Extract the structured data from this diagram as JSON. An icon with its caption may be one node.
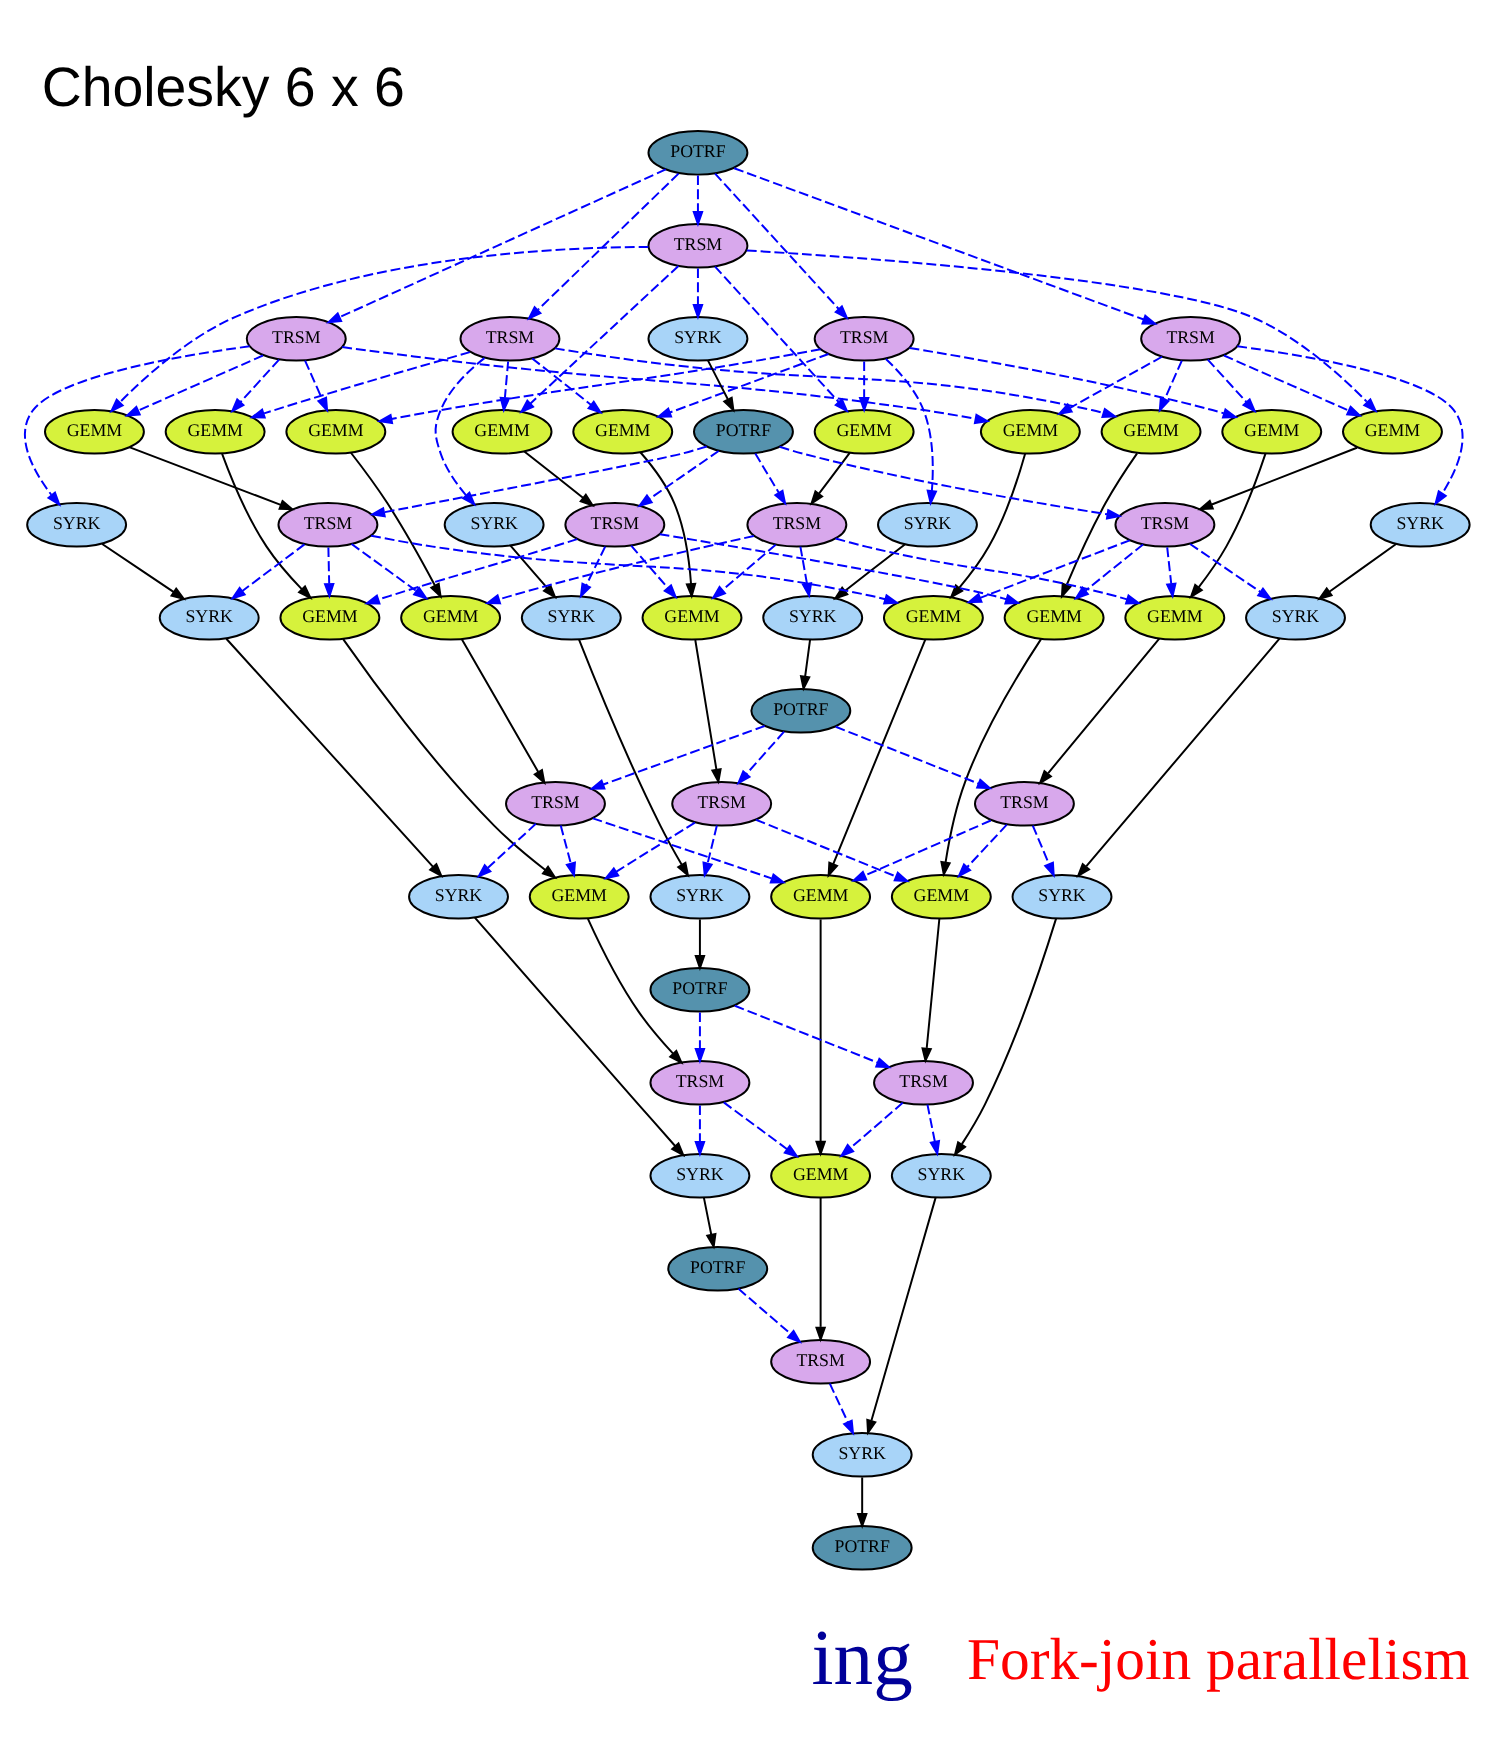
{
  "diagram": {
    "title": "Cholesky 6 x 6",
    "nodes": [
      {
        "text": [
          "POTRF"
        ]
      },
      {
        "text": [
          "TRSM"
        ]
      },
      {
        "text": [
          "TRSM"
        ]
      },
      {
        "text": [
          "TRSM"
        ]
      },
      {
        "text": [
          "TRSM"
        ]
      },
      {
        "text": [
          "TRSM"
        ]
      },
      {
        "text": [
          "SYRK"
        ]
      },
      {
        "text": [
          "SYRK"
        ]
      },
      {
        "text": [
          "SYRK"
        ]
      },
      {
        "text": [
          "SYRK"
        ]
      },
      {
        "text": [
          "SYRK"
        ]
      },
      {
        "text": [
          "GEMM"
        ]
      },
      {
        "text": [
          "GEMM"
        ]
      },
      {
        "text": [
          "GEMM"
        ]
      },
      {
        "text": [
          "GEMM"
        ]
      },
      {
        "text": [
          "GEMM"
        ]
      },
      {
        "text": [
          "GEMM"
        ]
      },
      {
        "text": [
          "GEMM"
        ]
      },
      {
        "text": [
          "GEMM"
        ]
      },
      {
        "text": [
          "GEMM"
        ]
      },
      {
        "text": [
          "GEMM"
        ]
      },
      {
        "text": [
          "POTRF"
        ]
      },
      {
        "text": [
          "TRSM"
        ]
      },
      {
        "text": [
          "TRSM"
        ]
      },
      {
        "text": [
          "TRSM"
        ]
      },
      {
        "text": [
          "TRSM"
        ]
      },
      {
        "text": [
          "SYRK"
        ]
      },
      {
        "text": [
          "SYRK"
        ]
      },
      {
        "text": [
          "SYRK"
        ]
      },
      {
        "text": [
          "SYRK"
        ]
      },
      {
        "text": [
          "GEMM"
        ]
      },
      {
        "text": [
          "GEMM"
        ]
      },
      {
        "text": [
          "GEMM"
        ]
      },
      {
        "text": [
          "GEMM"
        ]
      },
      {
        "text": [
          "GEMM"
        ]
      },
      {
        "text": [
          "GEMM"
        ]
      },
      {
        "text": [
          "POTRF"
        ]
      },
      {
        "text": [
          "TRSM"
        ]
      },
      {
        "text": [
          "TRSM"
        ]
      },
      {
        "text": [
          "TRSM"
        ]
      },
      {
        "text": [
          "SYRK"
        ]
      },
      {
        "text": [
          "SYRK"
        ]
      },
      {
        "text": [
          "SYRK"
        ]
      },
      {
        "text": [
          "GEMM"
        ]
      },
      {
        "text": [
          "GEMM"
        ]
      },
      {
        "text": [
          "GEMM"
        ]
      },
      {
        "text": [
          "POTRF"
        ]
      },
      {
        "text": [
          "TRSM"
        ]
      },
      {
        "text": [
          "TRSM"
        ]
      },
      {
        "text": [
          "SYRK"
        ]
      },
      {
        "text": [
          "SYRK"
        ]
      },
      {
        "text": [
          "GEMM"
        ]
      },
      {
        "text": [
          "POTRF"
        ]
      },
      {
        "text": [
          "TRSM"
        ]
      },
      {
        "text": [
          "SYRK"
        ]
      },
      {
        "text": [
          "POTRF"
        ]
      }
    ],
    "edges": [
      {
        "from": 0,
        "to": 1,
        "arrow": "to",
        "style": "dashed"
      },
      {
        "from": 0,
        "to": 2,
        "arrow": "to",
        "style": "dashed"
      },
      {
        "from": 0,
        "to": 3,
        "arrow": "to",
        "style": "dashed"
      },
      {
        "from": 0,
        "to": 4,
        "arrow": "to",
        "style": "dashed"
      },
      {
        "from": 0,
        "to": 5,
        "arrow": "to",
        "style": "dashed"
      },
      {
        "from": 1,
        "to": 6,
        "arrow": "to",
        "style": "dashed"
      },
      {
        "from": 2,
        "to": 7,
        "arrow": "to",
        "style": "dashed"
      },
      {
        "from": 3,
        "to": 8,
        "arrow": "to",
        "style": "dashed"
      },
      {
        "from": 4,
        "to": 9,
        "arrow": "to",
        "style": "dashed"
      },
      {
        "from": 5,
        "to": 10,
        "arrow": "to",
        "style": "dashed"
      },
      {
        "from": 2,
        "to": 11,
        "arrow": "to",
        "style": "dashed"
      },
      {
        "from": 1,
        "to": 11,
        "arrow": "to",
        "style": "dashed"
      },
      {
        "from": 3,
        "to": 12,
        "arrow": "to",
        "style": "dashed"
      },
      {
        "from": 1,
        "to": 12,
        "arrow": "to",
        "style": "dashed"
      },
      {
        "from": 3,
        "to": 13,
        "arrow": "to",
        "style": "dashed"
      },
      {
        "from": 2,
        "to": 13,
        "arrow": "to",
        "style": "dashed"
      },
      {
        "from": 4,
        "to": 14,
        "arrow": "to",
        "style": "dashed"
      },
      {
        "from": 1,
        "to": 14,
        "arrow": "to",
        "style": "dashed"
      },
      {
        "from": 4,
        "to": 15,
        "arrow": "to",
        "style": "dashed"
      },
      {
        "from": 2,
        "to": 15,
        "arrow": "to",
        "style": "dashed"
      },
      {
        "from": 4,
        "to": 16,
        "arrow": "to",
        "style": "dashed"
      },
      {
        "from": 3,
        "to": 16,
        "arrow": "to",
        "style": "dashed"
      },
      {
        "from": 5,
        "to": 17,
        "arrow": "to",
        "style": "dashed"
      },
      {
        "from": 1,
        "to": 17,
        "arrow": "to",
        "style": "dashed"
      },
      {
        "from": 5,
        "to": 18,
        "arrow": "to",
        "style": "dashed"
      },
      {
        "from": 2,
        "to": 18,
        "arrow": "to",
        "style": "dashed"
      },
      {
        "from": 5,
        "to": 19,
        "arrow": "to",
        "style": "dashed"
      },
      {
        "from": 3,
        "to": 19,
        "arrow": "to",
        "style": "dashed"
      },
      {
        "from": 5,
        "to": 20,
        "arrow": "to",
        "style": "dashed"
      },
      {
        "from": 4,
        "to": 20,
        "arrow": "to",
        "style": "dashed"
      },
      {
        "from": 6,
        "to": 21,
        "arrow": "to",
        "color": "#000000"
      },
      {
        "from": 21,
        "to": 22,
        "arrow": "to",
        "style": "dashed"
      },
      {
        "from": 21,
        "to": 23,
        "arrow": "to",
        "style": "dashed"
      },
      {
        "from": 21,
        "to": 24,
        "arrow": "to",
        "style": "dashed"
      },
      {
        "from": 21,
        "to": 25,
        "arrow": "to",
        "style": "dashed"
      },
      {
        "from": 11,
        "to": 22,
        "arrow": "to",
        "color": "#000000"
      },
      {
        "from": 12,
        "to": 23,
        "arrow": "to",
        "color": "#000000"
      },
      {
        "from": 14,
        "to": 24,
        "arrow": "to",
        "color": "#000000"
      },
      {
        "from": 17,
        "to": 25,
        "arrow": "to",
        "color": "#000000"
      },
      {
        "from": 22,
        "to": 26,
        "arrow": "to",
        "style": "dashed"
      },
      {
        "from": 23,
        "to": 27,
        "arrow": "to",
        "style": "dashed"
      },
      {
        "from": 24,
        "to": 28,
        "arrow": "to",
        "style": "dashed"
      },
      {
        "from": 25,
        "to": 29,
        "arrow": "to",
        "style": "dashed"
      },
      {
        "from": 7,
        "to": 26,
        "arrow": "to",
        "color": "#000000"
      },
      {
        "from": 8,
        "to": 27,
        "arrow": "to",
        "color": "#000000"
      },
      {
        "from": 9,
        "to": 28,
        "arrow": "to",
        "color": "#000000"
      },
      {
        "from": 10,
        "to": 29,
        "arrow": "to",
        "color": "#000000"
      },
      {
        "from": 23,
        "to": 30,
        "arrow": "to",
        "style": "dashed"
      },
      {
        "from": 22,
        "to": 30,
        "arrow": "to",
        "style": "dashed"
      },
      {
        "from": 13,
        "to": 30,
        "arrow": "to",
        "color": "#000000"
      },
      {
        "from": 24,
        "to": 31,
        "arrow": "to",
        "style": "dashed"
      },
      {
        "from": 22,
        "to": 31,
        "arrow": "to",
        "style": "dashed"
      },
      {
        "from": 15,
        "to": 31,
        "arrow": "to",
        "color": "#000000"
      },
      {
        "from": 24,
        "to": 32,
        "arrow": "to",
        "style": "dashed"
      },
      {
        "from": 23,
        "to": 32,
        "arrow": "to",
        "style": "dashed"
      },
      {
        "from": 16,
        "to": 32,
        "arrow": "to",
        "color": "#000000"
      },
      {
        "from": 25,
        "to": 33,
        "arrow": "to",
        "style": "dashed"
      },
      {
        "from": 22,
        "to": 33,
        "arrow": "to",
        "style": "dashed"
      },
      {
        "from": 18,
        "to": 33,
        "arrow": "to",
        "color": "#000000"
      },
      {
        "from": 25,
        "to": 34,
        "arrow": "to",
        "style": "dashed"
      },
      {
        "from": 23,
        "to": 34,
        "arrow": "to",
        "style": "dashed"
      },
      {
        "from": 19,
        "to": 34,
        "arrow": "to",
        "color": "#000000"
      },
      {
        "from": 25,
        "to": 35,
        "arrow": "to",
        "style": "dashed"
      },
      {
        "from": 24,
        "to": 35,
        "arrow": "to",
        "style": "dashed"
      },
      {
        "from": 20,
        "to": 35,
        "arrow": "to",
        "color": "#000000"
      },
      {
        "from": 26,
        "to": 36,
        "arrow": "to",
        "color": "#000000"
      },
      {
        "from": 36,
        "to": 37,
        "arrow": "to",
        "style": "dashed"
      },
      {
        "from": 36,
        "to": 38,
        "arrow": "to",
        "style": "dashed"
      },
      {
        "from": 36,
        "to": 39,
        "arrow": "to",
        "style": "dashed"
      },
      {
        "from": 30,
        "to": 37,
        "arrow": "to",
        "color": "#000000"
      },
      {
        "from": 31,
        "to": 38,
        "arrow": "to",
        "color": "#000000"
      },
      {
        "from": 33,
        "to": 39,
        "arrow": "to",
        "color": "#000000"
      },
      {
        "from": 37,
        "to": 40,
        "arrow": "to",
        "style": "dashed"
      },
      {
        "from": 38,
        "to": 41,
        "arrow": "to",
        "style": "dashed"
      },
      {
        "from": 39,
        "to": 42,
        "arrow": "to",
        "style": "dashed"
      },
      {
        "from": 27,
        "to": 40,
        "arrow": "to",
        "color": "#000000"
      },
      {
        "from": 28,
        "to": 41,
        "arrow": "to",
        "color": "#000000"
      },
      {
        "from": 29,
        "to": 42,
        "arrow": "to",
        "color": "#000000"
      },
      {
        "from": 38,
        "to": 43,
        "arrow": "to",
        "style": "dashed"
      },
      {
        "from": 37,
        "to": 43,
        "arrow": "to",
        "style": "dashed"
      },
      {
        "from": 32,
        "to": 43,
        "arrow": "to",
        "color": "#000000"
      },
      {
        "from": 39,
        "to": 44,
        "arrow": "to",
        "style": "dashed"
      },
      {
        "from": 37,
        "to": 44,
        "arrow": "to",
        "style": "dashed"
      },
      {
        "from": 34,
        "to": 44,
        "arrow": "to",
        "color": "#000000"
      },
      {
        "from": 39,
        "to": 45,
        "arrow": "to",
        "style": "dashed"
      },
      {
        "from": 38,
        "to": 45,
        "arrow": "to",
        "style": "dashed"
      },
      {
        "from": 35,
        "to": 45,
        "arrow": "to",
        "color": "#000000"
      },
      {
        "from": 40,
        "to": 46,
        "arrow": "to",
        "color": "#000000"
      },
      {
        "from": 46,
        "to": 47,
        "arrow": "to",
        "style": "dashed"
      },
      {
        "from": 46,
        "to": 48,
        "arrow": "to",
        "style": "dashed"
      },
      {
        "from": 43,
        "to": 47,
        "arrow": "to",
        "color": "#000000"
      },
      {
        "from": 44,
        "to": 48,
        "arrow": "to",
        "color": "#000000"
      },
      {
        "from": 47,
        "to": 49,
        "arrow": "to",
        "style": "dashed"
      },
      {
        "from": 48,
        "to": 50,
        "arrow": "to",
        "style": "dashed"
      },
      {
        "from": 41,
        "to": 49,
        "arrow": "to",
        "color": "#000000"
      },
      {
        "from": 42,
        "to": 50,
        "arrow": "to",
        "color": "#000000"
      },
      {
        "from": 48,
        "to": 51,
        "arrow": "to",
        "style": "dashed"
      },
      {
        "from": 47,
        "to": 51,
        "arrow": "to",
        "style": "dashed"
      },
      {
        "from": 45,
        "to": 51,
        "arrow": "to",
        "color": "#000000"
      },
      {
        "from": 49,
        "to": 52,
        "arrow": "to",
        "color": "#000000"
      },
      {
        "from": 52,
        "to": 53,
        "arrow": "to",
        "style": "dashed"
      },
      {
        "from": 51,
        "to": 53,
        "arrow": "to",
        "color": "#000000"
      },
      {
        "from": 53,
        "to": 54,
        "arrow": "to",
        "style": "dashed"
      },
      {
        "from": 50,
        "to": 54,
        "arrow": "to",
        "color": "#000000"
      },
      {
        "from": 54,
        "to": 55,
        "arrow": "to",
        "color": "#000000"
      }
    ],
    "labels": [
      "ing",
      "Fork-join parallelism"
    ]
  }
}
